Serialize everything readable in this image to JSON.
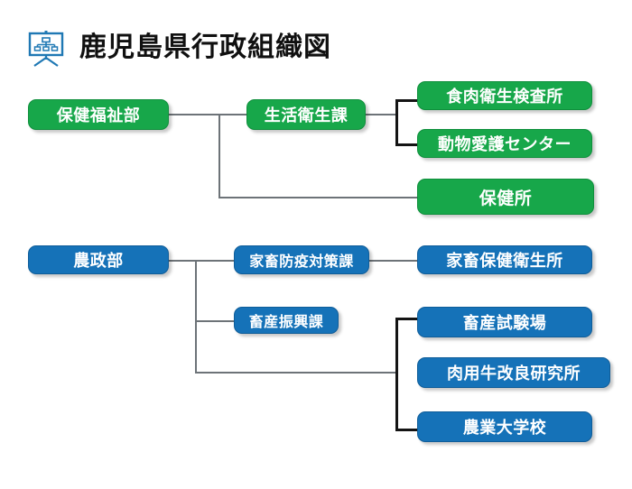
{
  "header": {
    "icon": "org-chart-presentation-icon",
    "title": "鹿児島県行政組織図",
    "title_color": "#101010",
    "icon_color": "#1f78b4"
  },
  "palette": {
    "green": "#17a74a",
    "blue": "#1572b8",
    "connector": "#6d7378",
    "bracket": "#141414",
    "background": "#ffffff",
    "node_text": "#ffffff"
  },
  "chart_data": {
    "type": "diagram",
    "title": "鹿児島県行政組織図",
    "branches": [
      {
        "id": "health-welfare",
        "color": "#17a74a",
        "root": "保健福祉部",
        "divisions": [
          {
            "name": "生活衛生課",
            "facilities": [
              "食肉衛生検査所",
              "動物愛護センター"
            ]
          }
        ],
        "direct_facilities": [
          "保健所"
        ]
      },
      {
        "id": "agriculture",
        "color": "#1572b8",
        "root": "農政部",
        "divisions": [
          {
            "name": "家畜防疫対策課",
            "facilities": [
              "家畜保健衛生所"
            ]
          },
          {
            "name": "畜産振興課",
            "facilities": []
          }
        ],
        "direct_facilities": [
          "畜産試験場",
          "肉用牛改良研究所",
          "農業大学校"
        ]
      }
    ]
  },
  "nodes": {
    "hoken_fukushi_bu": "保健福祉部",
    "seikatsu_eisei_ka": "生活衛生課",
    "shokuniku_eisei_kensajo": "食肉衛生検査所",
    "dobutsu_aigo_center": "動物愛護センター",
    "hokenjo": "保健所",
    "nosei_bu": "農政部",
    "kachiku_boeki_taisaku_ka": "家畜防疫対策課",
    "kachiku_hoken_eiseijo": "家畜保健衛生所",
    "chikusan_shinko_ka": "畜産振興課",
    "chikusan_shikenjo": "畜産試験場",
    "nikuyogyu_kairyo_kenkyujo": "肉用牛改良研究所",
    "nogyo_daigakko": "農業大学校"
  }
}
